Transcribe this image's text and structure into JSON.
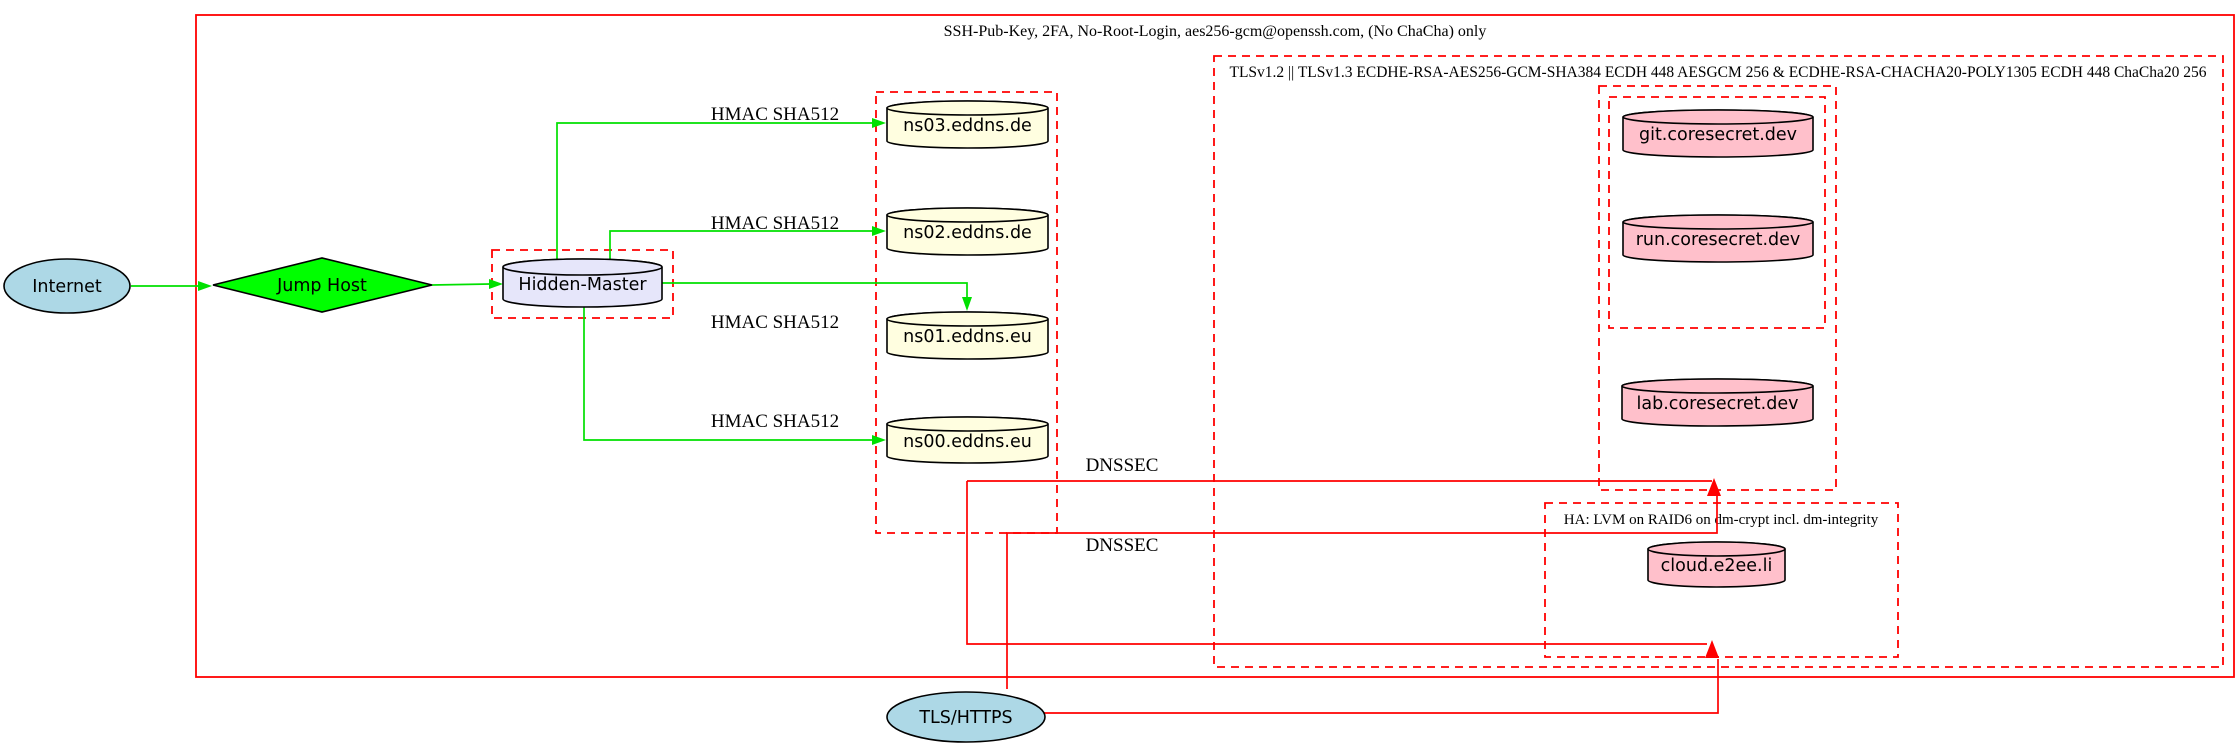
{
  "diagram": {
    "title": "DNS / hosting security topology diagram",
    "colors": {
      "box_red": "#ff0000",
      "edge_green": "#00e000",
      "diamond_green": "#00ff00",
      "node_yellow": "#fffee0",
      "node_lavender": "#e6e6fa",
      "node_pink": "#ffc0cb",
      "node_blue": "#add8e6",
      "stroke_black": "#000000"
    },
    "clusters": {
      "ssh": {
        "label": "SSH-Pub-Key, 2FA, No-Root-Login, aes256-gcm@openssh.com, (No ChaCha) only",
        "style": "solid"
      },
      "tls": {
        "label": "TLSv1.2 || TLSv1.3 ECDHE-RSA-AES256-GCM-SHA384 ECDH 448 AESGCM 256 & ECDHE-RSA-CHACHA20-POLY1305 ECDH 448 ChaCha20 256",
        "style": "dashed"
      },
      "ns_group": {
        "label": "",
        "style": "dashed"
      },
      "hidden_master_box": {
        "label": "",
        "style": "dashed"
      },
      "coresecret_outer": {
        "label": "",
        "style": "dashed"
      },
      "coresecret_inner": {
        "label": "",
        "style": "dashed"
      },
      "ha": {
        "label": "HA: LVM on RAID6 on dm-crypt incl. dm-integrity",
        "style": "dashed"
      }
    },
    "nodes": {
      "internet": {
        "label": "Internet",
        "shape": "ellipse",
        "fill": "#add8e6"
      },
      "jump_host": {
        "label": "Jump Host",
        "shape": "diamond",
        "fill": "#00ff00"
      },
      "hidden_master": {
        "label": "Hidden-Master",
        "shape": "cylinder",
        "fill": "#e6e6fa"
      },
      "ns03": {
        "label": "ns03.eddns.de",
        "shape": "cylinder",
        "fill": "#fffee0"
      },
      "ns02": {
        "label": "ns02.eddns.de",
        "shape": "cylinder",
        "fill": "#fffee0"
      },
      "ns01": {
        "label": "ns01.eddns.eu",
        "shape": "cylinder",
        "fill": "#fffee0"
      },
      "ns00": {
        "label": "ns00.eddns.eu",
        "shape": "cylinder",
        "fill": "#fffee0"
      },
      "git": {
        "label": "git.coresecret.dev",
        "shape": "cylinder",
        "fill": "#ffc0cb"
      },
      "run": {
        "label": "run.coresecret.dev",
        "shape": "cylinder",
        "fill": "#ffc0cb"
      },
      "lab": {
        "label": "lab.coresecret.dev",
        "shape": "cylinder",
        "fill": "#ffc0cb"
      },
      "cloud": {
        "label": "cloud.e2ee.li",
        "shape": "cylinder",
        "fill": "#ffc0cb"
      },
      "tls_https": {
        "label": "TLS/HTTPS",
        "shape": "ellipse",
        "fill": "#add8e6"
      }
    },
    "edges": [
      {
        "from": "Internet",
        "to": "Jump Host",
        "color": "green",
        "label": ""
      },
      {
        "from": "Jump Host",
        "to": "Hidden-Master",
        "color": "green",
        "label": ""
      },
      {
        "from": "Hidden-Master",
        "to": "ns03.eddns.de",
        "color": "green",
        "label": "HMAC SHA512"
      },
      {
        "from": "Hidden-Master",
        "to": "ns02.eddns.de",
        "color": "green",
        "label": "HMAC SHA512"
      },
      {
        "from": "Hidden-Master",
        "to": "ns01.eddns.eu",
        "color": "green",
        "label": "HMAC SHA512"
      },
      {
        "from": "Hidden-Master",
        "to": "ns00.eddns.eu",
        "color": "green",
        "label": "HMAC SHA512"
      },
      {
        "from": "ns00.eddns.eu",
        "to": "coresecret cluster",
        "color": "red",
        "label": "DNSSEC"
      },
      {
        "from": "ns00.eddns.eu",
        "to": "HA cluster",
        "color": "red",
        "label": "DNSSEC"
      },
      {
        "from": "TLS/HTTPS",
        "to": "coresecret cluster",
        "color": "red",
        "label": ""
      },
      {
        "from": "TLS/HTTPS",
        "to": "HA cluster",
        "color": "red",
        "label": ""
      }
    ]
  }
}
